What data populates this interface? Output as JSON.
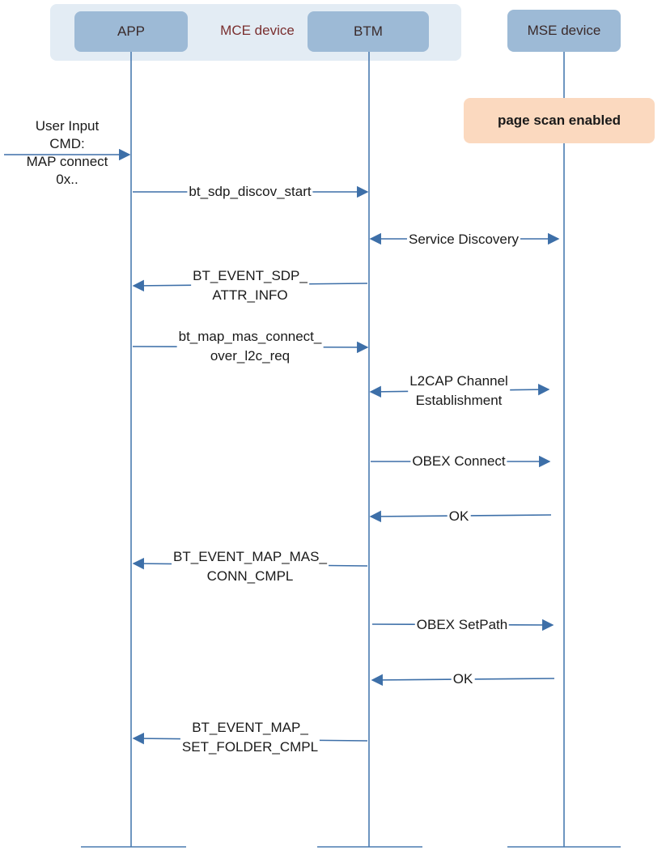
{
  "group": {
    "label": "MCE device"
  },
  "actors": {
    "app": "APP",
    "btm": "BTM",
    "mse": "MSE device"
  },
  "note": {
    "text": "page scan enabled"
  },
  "user_input": {
    "lines": [
      "User Input",
      "CMD:",
      "MAP connect",
      "0x.."
    ]
  },
  "messages": [
    {
      "lines": [
        "bt_sdp_discov_start"
      ]
    },
    {
      "lines": [
        "Service Discovery"
      ]
    },
    {
      "lines": [
        "BT_EVENT_SDP_",
        "ATTR_INFO"
      ]
    },
    {
      "lines": [
        "bt_map_mas_connect_",
        "over_l2c_req"
      ]
    },
    {
      "lines": [
        "L2CAP Channel",
        "Establishment"
      ]
    },
    {
      "lines": [
        "OBEX Connect"
      ]
    },
    {
      "lines": [
        "OK"
      ]
    },
    {
      "lines": [
        "BT_EVENT_MAP_MAS_",
        "CONN_CMPL"
      ]
    },
    {
      "lines": [
        "OBEX SetPath"
      ]
    },
    {
      "lines": [
        "OK"
      ]
    },
    {
      "lines": [
        "BT_EVENT_MAP_",
        "SET_FOLDER_CMPL"
      ]
    }
  ],
  "colors": {
    "lifeline": "#4a7bb0",
    "arrow": "#3d6fa8",
    "actor_fill": "#9dbad6",
    "group_fill": "#e3ecf4",
    "note_fill": "#fbd9bf"
  }
}
